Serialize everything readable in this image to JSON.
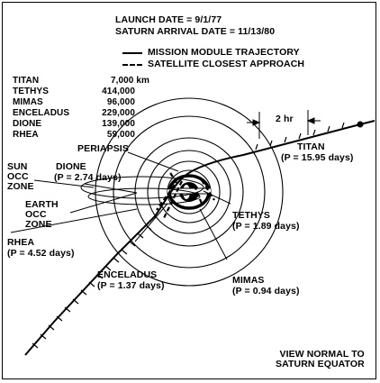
{
  "header": {
    "launch": "LAUNCH DATE = 9/1/77",
    "arrival": "SATURN ARRIVAL DATE = 11/13/80"
  },
  "legend": {
    "trajectory": "MISSION MODULE TRAJECTORY",
    "closest": "SATELLITE CLOSEST APPROACH"
  },
  "distances": [
    {
      "name": "TITAN",
      "value": "7,000 km"
    },
    {
      "name": "TETHYS",
      "value": "414,000"
    },
    {
      "name": "MIMAS",
      "value": "96,000"
    },
    {
      "name": "ENCELADUS",
      "value": "229,000"
    },
    {
      "name": "DIONE",
      "value": "139,000"
    },
    {
      "name": "RHEA",
      "value": "59,000"
    }
  ],
  "labels": {
    "two_hr": "2 hr",
    "titan": "TITAN",
    "titan_period": "(P = 15.95 days)",
    "periapsis": "PERIAPSIS",
    "dione": "DIONE",
    "dione_period": "(P = 2.74 days)",
    "sun_occ": "SUN\nOCC\nZONE",
    "earth_occ": "EARTH\nOCC\nZONE",
    "rhea": "RHEA",
    "rhea_period": "(P = 4.52 days)",
    "tethys": "TETHYS",
    "tethys_period": "(P = 1.89 days)",
    "enceladus": "ENCELADUS",
    "enceladus_period": "(P = 1.37 days)",
    "mimas": "MIMAS",
    "mimas_period": "(P = 0.94 days)",
    "view_note": "VIEW NORMAL TO\nSATURN EQUATOR"
  },
  "colors": {
    "ink": "#000000",
    "paper": "#ffffff"
  }
}
